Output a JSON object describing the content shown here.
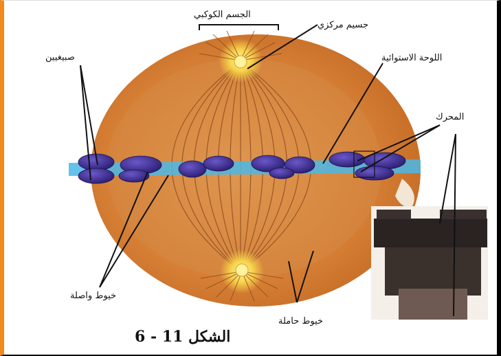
{
  "labels": {
    "golgi": "الجسم الكوكبي",
    "centriole": "جسيم مركزي",
    "chromatids": "صبيغيين",
    "equatorial_plate": "اللوحة الاستوائية",
    "centromere": "المحرك",
    "connecting_fibers": "خيوط واصلة",
    "carrier_fibers": "خيوط حاملة"
  },
  "caption": "الشكل 11 - 6",
  "colors": {
    "cell": "#d9873a",
    "plate": "#4ab8e8",
    "chromosome": "#3b2a8f",
    "centrosome": "#f7d24a",
    "border_left": "#f08a1c"
  }
}
